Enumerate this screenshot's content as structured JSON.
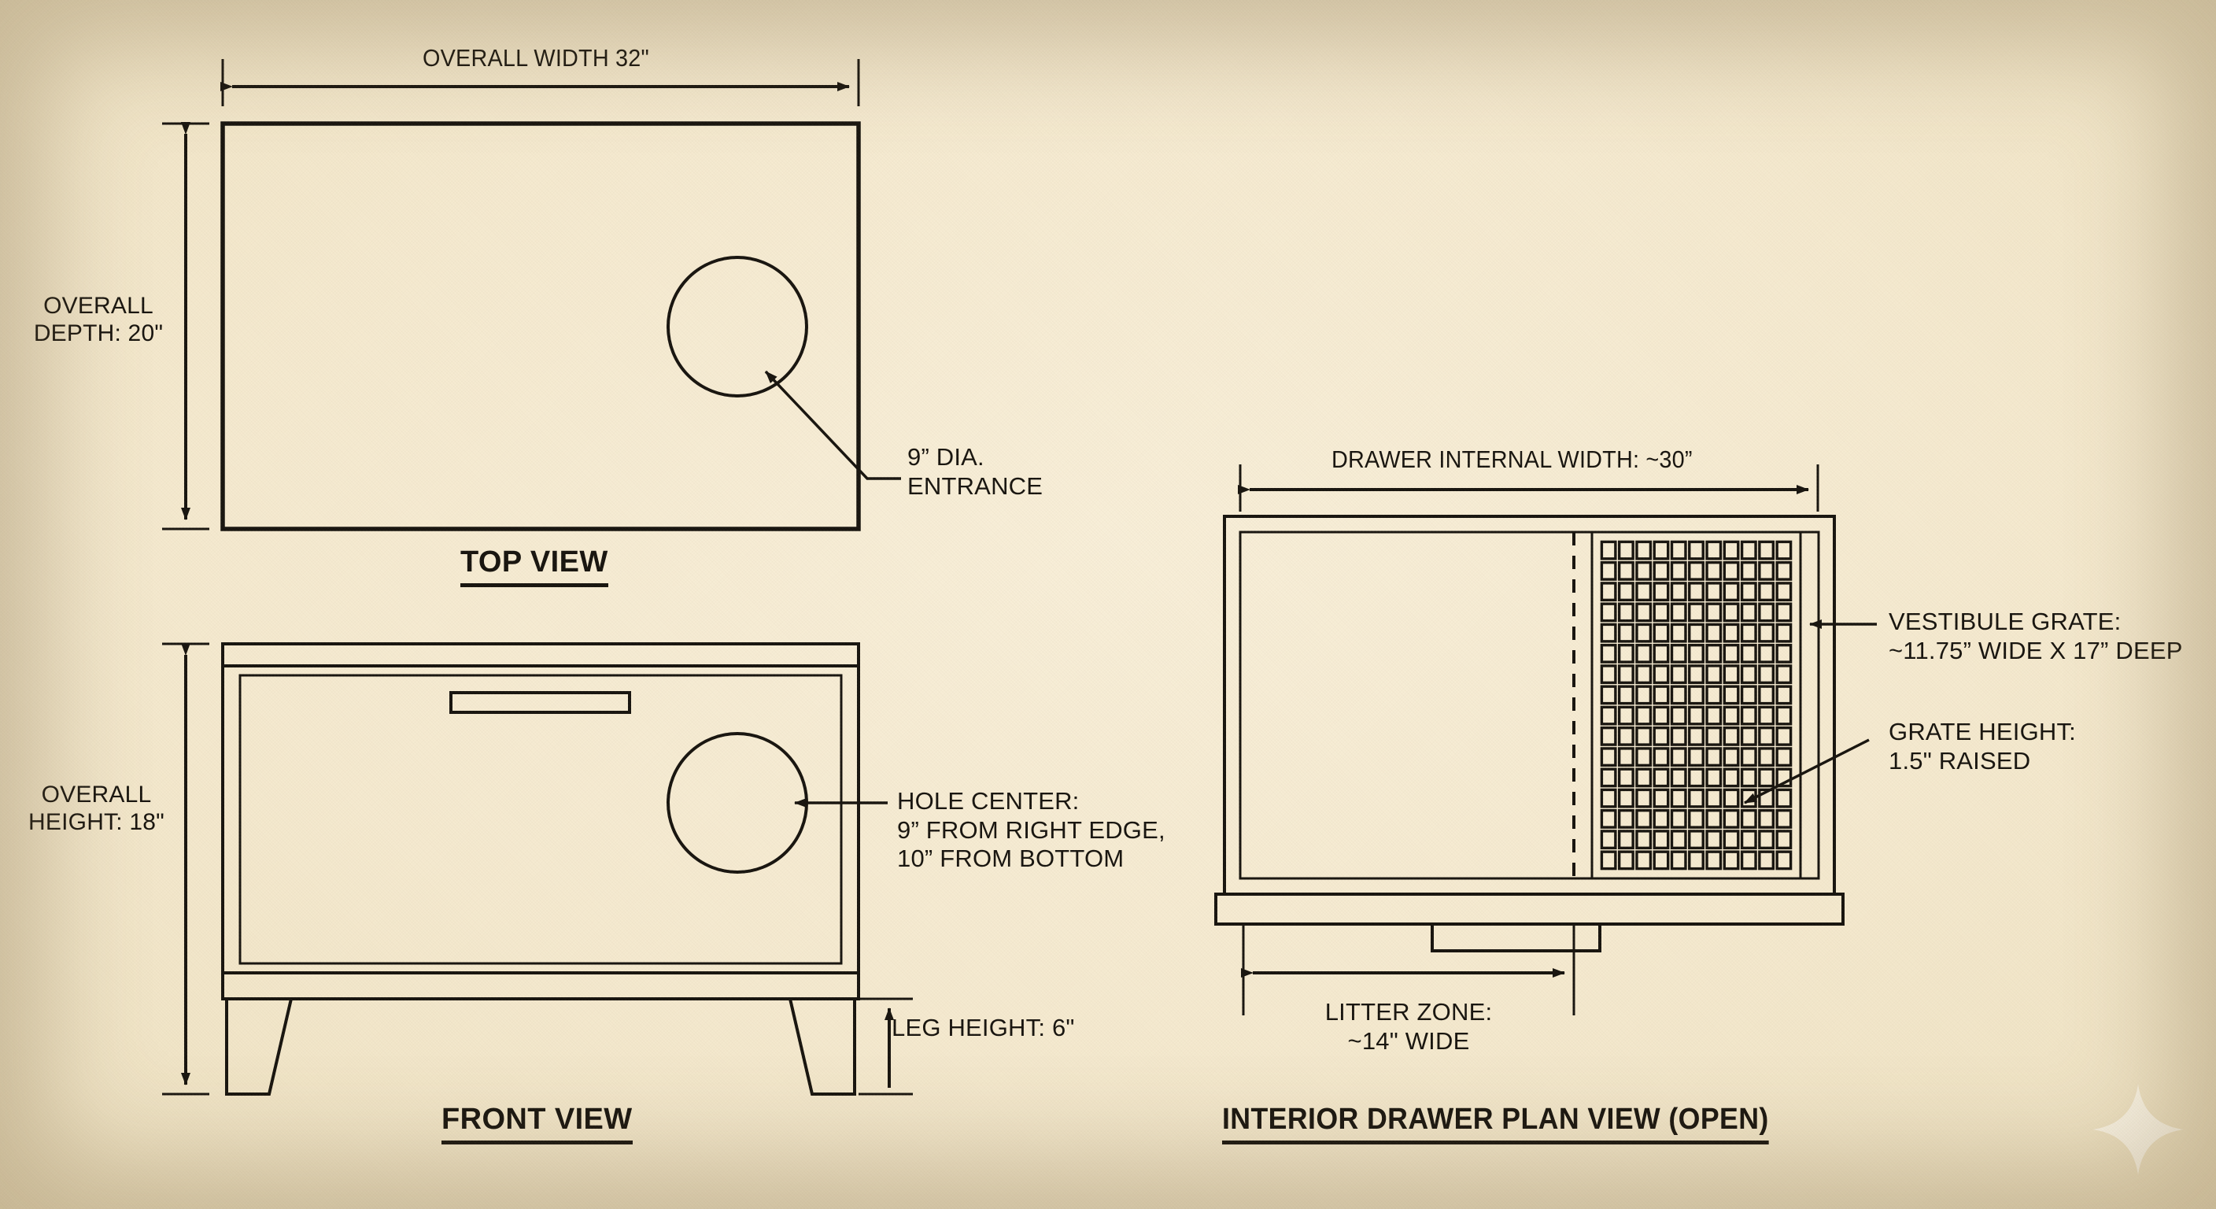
{
  "drawing": {
    "sheet_background": "#f5ead0",
    "ink_color": "#17140f",
    "watermark_icon": "sparkle-icon"
  },
  "top_view": {
    "title": "TOP VIEW",
    "width_dim": "OVERALL WIDTH 32\"",
    "depth_dim_line1": "OVERALL",
    "depth_dim_line2": "DEPTH: 20\"",
    "callout_line1": "9” DIA.",
    "callout_line2": "ENTRANCE"
  },
  "front_view": {
    "title": "FRONT VIEW",
    "height_dim_line1": "OVERALL",
    "height_dim_line2": "HEIGHT: 18\"",
    "leg_dim": "LEG HEIGHT: 6\"",
    "callout_line1": "HOLE CENTER:",
    "callout_line2": "9” FROM RIGHT EDGE,",
    "callout_line3": "10” FROM BOTTOM"
  },
  "plan_view": {
    "title": "INTERIOR DRAWER PLAN VIEW (OPEN)",
    "width_dim": "DRAWER INTERNAL WIDTH: ~30”",
    "grate_callout_line1": "VESTIBULE GRATE:",
    "grate_callout_line2": "~11.75” WIDE X 17” DEEP",
    "grate_height_line1": "GRATE HEIGHT:",
    "grate_height_line2": "1.5\" RAISED",
    "litter_dim_line1": "LITTER ZONE:",
    "litter_dim_line2": "~14\" WIDE"
  },
  "grate_grid": {
    "columns": 11,
    "rows": 16
  }
}
